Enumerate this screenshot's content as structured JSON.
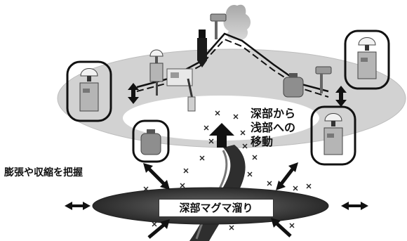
{
  "labels": {
    "movement": "深部から\n浅部への\n移動",
    "monitor": "膨張や収縮を把握",
    "reservoir": "深部マグマ溜り"
  },
  "icons": [
    "seismometer-icon",
    "gps-antenna-icon",
    "tiltmeter-icon",
    "gas-canister-icon",
    "camera-icon",
    "volcanic-plume-icon",
    "upward-arrow-icon",
    "earthquake-hypocenter-icon",
    "deformation-arrow-icon"
  ],
  "colors": {
    "plateau": "#cfcfcf",
    "magma": "#3c3c3c",
    "station_body": "#b5b5b5",
    "canister": "#8e8e8e",
    "arrow": "#111111"
  }
}
